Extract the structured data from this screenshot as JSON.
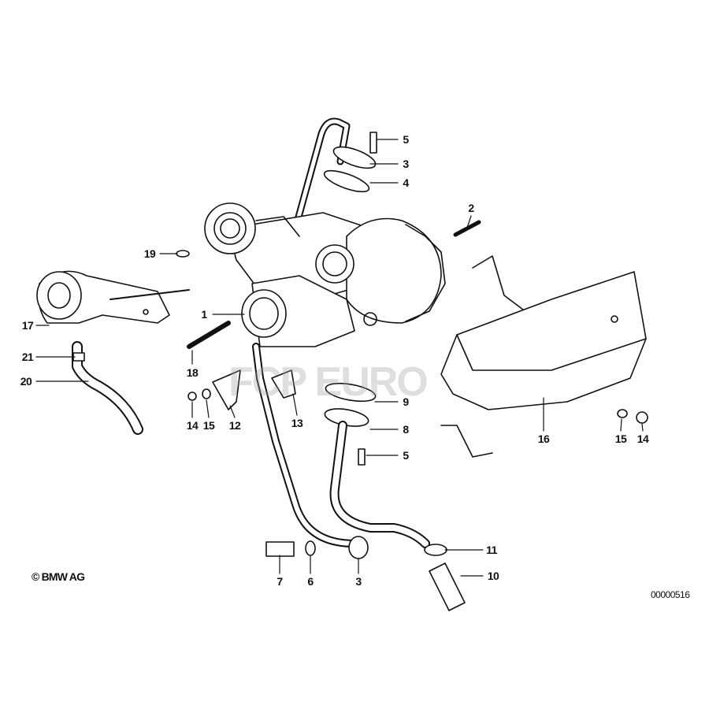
{
  "diagram": {
    "copyright": "© BMW AG",
    "diagram_code": "00000516",
    "watermark": "FCP EURO",
    "callouts": [
      {
        "id": "c5a",
        "label": "5"
      },
      {
        "id": "c3a",
        "label": "3"
      },
      {
        "id": "c4",
        "label": "4"
      },
      {
        "id": "c2",
        "label": "2"
      },
      {
        "id": "c19",
        "label": "19"
      },
      {
        "id": "c1",
        "label": "1"
      },
      {
        "id": "c17",
        "label": "17"
      },
      {
        "id": "c21",
        "label": "21"
      },
      {
        "id": "c18",
        "label": "18"
      },
      {
        "id": "c20",
        "label": "20"
      },
      {
        "id": "c14a",
        "label": "14"
      },
      {
        "id": "c15a",
        "label": "15"
      },
      {
        "id": "c12",
        "label": "12"
      },
      {
        "id": "c13",
        "label": "13"
      },
      {
        "id": "c9",
        "label": "9"
      },
      {
        "id": "c8",
        "label": "8"
      },
      {
        "id": "c5b",
        "label": "5"
      },
      {
        "id": "c16",
        "label": "16"
      },
      {
        "id": "c15b",
        "label": "15"
      },
      {
        "id": "c14b",
        "label": "14"
      },
      {
        "id": "c11",
        "label": "11"
      },
      {
        "id": "c10",
        "label": "10"
      },
      {
        "id": "c7",
        "label": "7"
      },
      {
        "id": "c6",
        "label": "6"
      },
      {
        "id": "c3b",
        "label": "3"
      }
    ]
  }
}
